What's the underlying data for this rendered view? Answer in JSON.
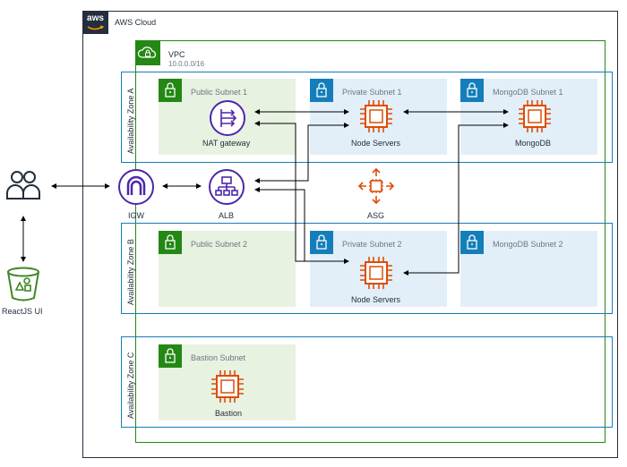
{
  "cloud": {
    "title": "AWS Cloud",
    "logo_text": "aws"
  },
  "vpc": {
    "title": "VPC",
    "cidr": "10.0.0.0/16"
  },
  "zones": [
    {
      "label": "Availability Zone A"
    },
    {
      "label": "Availability Zone B"
    },
    {
      "label": "Availability Zone C"
    }
  ],
  "subnets": {
    "public1": "Public Subnet 1",
    "private1": "Private Subnet 1",
    "mongo1": "MongoDB Subnet 1",
    "public2": "Public Subnet 2",
    "private2": "Private Subnet 2",
    "mongo2": "MongoDB Subnet 2",
    "bastion": "Bastion Subnet"
  },
  "nodes": {
    "nat": "NAT gateway",
    "node_a": "Node Servers",
    "mongo": "MongoDB",
    "igw": "IGW",
    "alb": "ALB",
    "asg": "ASG",
    "node_b": "Node Servers",
    "bastion": "Bastion",
    "ui": "ReactJS UI"
  },
  "colors": {
    "public_fill": "#e8f2e1",
    "private_fill": "#e3eff8",
    "green": "#248814",
    "blue": "#147eba",
    "orange": "#dd4d06",
    "purple": "#4d27aa",
    "ui_green": "#3f8624",
    "az_blue": "#147eba",
    "vpc_green": "#248814",
    "dark": "#232f3e"
  }
}
